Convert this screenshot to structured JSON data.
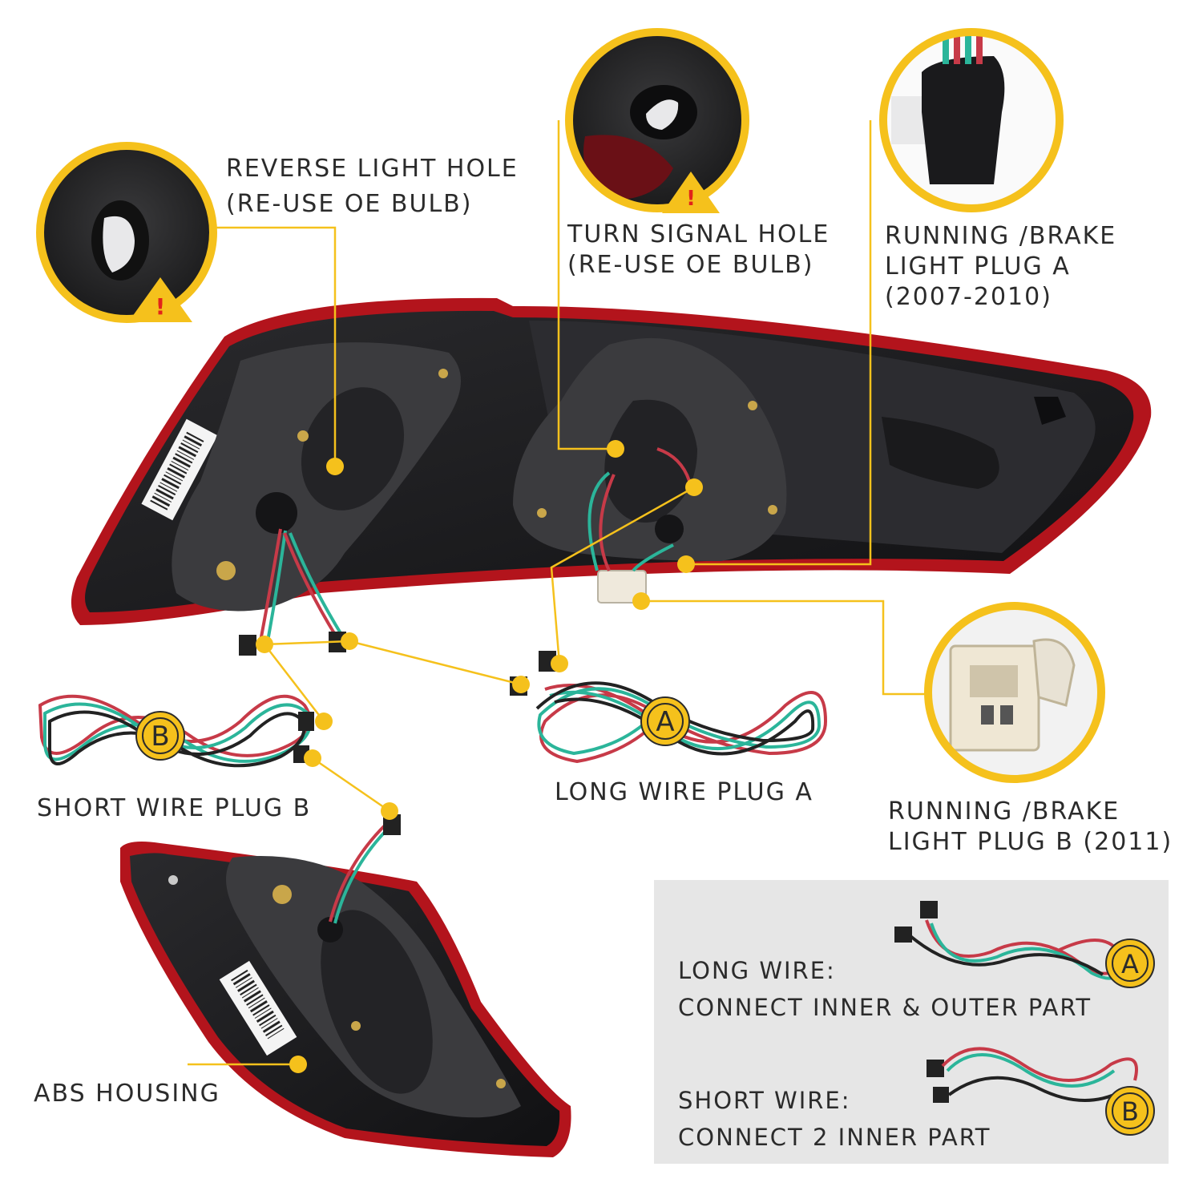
{
  "labels": {
    "reverse_hole_1": "REVERSE LIGHT HOLE",
    "reverse_hole_2": "(RE-USE OE BULB)",
    "turn_hole_1": "TURN SIGNAL HOLE",
    "turn_hole_2": "(RE-USE OE BULB)",
    "plug_a_1": "RUNNING /BRAKE",
    "plug_a_2": "LIGHT PLUG A",
    "plug_a_3": "(2007-2010)",
    "plug_b_1": "RUNNING /BRAKE",
    "plug_b_2": "LIGHT PLUG B (2011)",
    "short_wire": "SHORT WIRE PLUG B",
    "long_wire": "LONG WIRE PLUG A",
    "abs_housing": "ABS HOUSING"
  },
  "badges": {
    "a": "A",
    "b": "B"
  },
  "legend": {
    "long_1": "LONG WIRE:",
    "long_2": "CONNECT INNER & OUTER PART",
    "short_1": "SHORT WIRE:",
    "short_2": "CONNECT 2 INNER PART"
  },
  "warning_glyph": "!",
  "colors": {
    "accent_yellow": "#f5c11c",
    "housing_dark": "#1b1b1d",
    "lens_red": "#b3141c",
    "wire_red": "#c73a48",
    "wire_green": "#2bb59a",
    "legend_bg": "#e6e6e6"
  }
}
